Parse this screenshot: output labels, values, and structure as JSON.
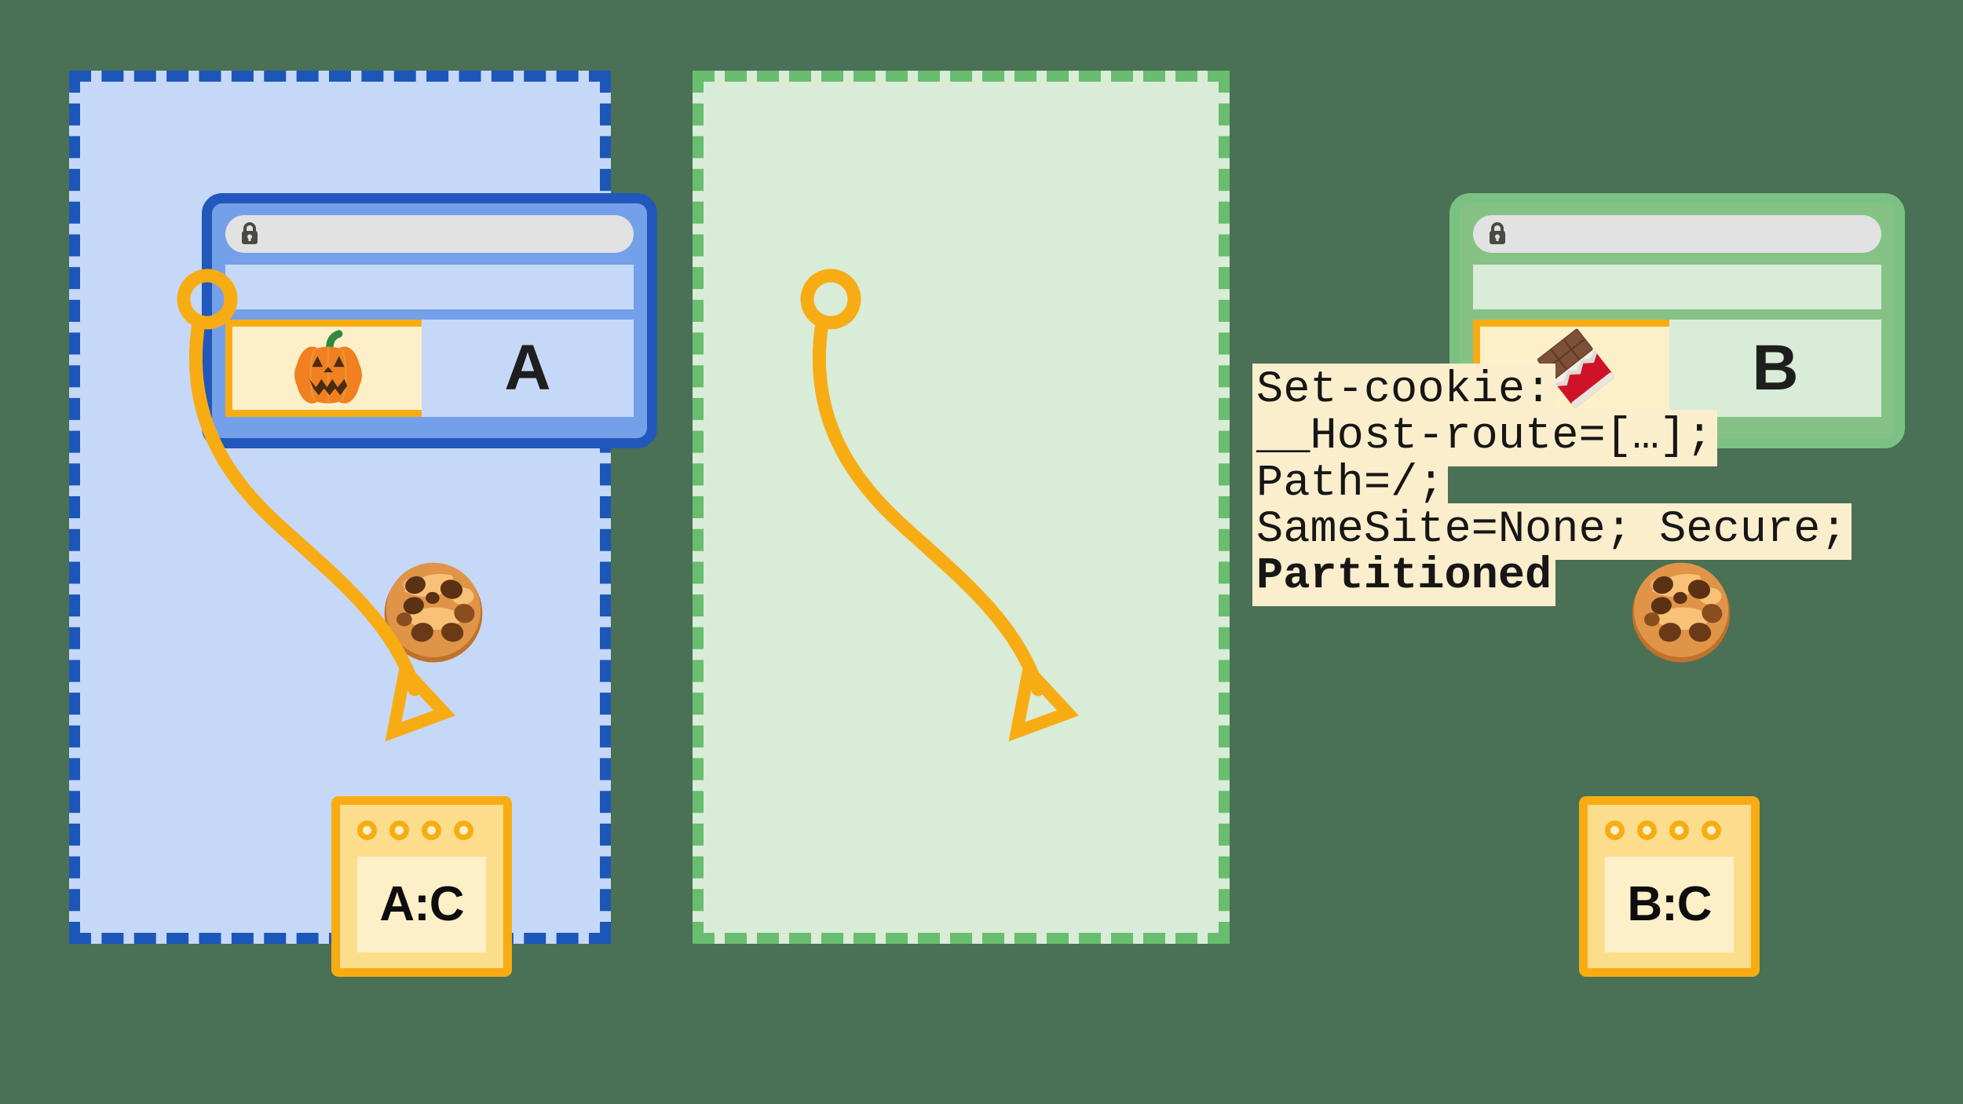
{
  "diagram": {
    "title": "Partitioned cookies across two top-level sites",
    "background_color": "#4a7055"
  },
  "panels": [
    {
      "id": "site-a",
      "border_color": "#1b56b8",
      "fill_color": "#c6d8f7",
      "browser": {
        "frame_color": "#2257bb",
        "body_color": "#74a0ea",
        "address_bar": {
          "icon": "lock-icon",
          "value": "",
          "placeholder": ""
        },
        "content_letter": "A",
        "iframe": {
          "border_color": "#f8ac14",
          "fill_color": "#fdf0c8",
          "emoji": "jack-o-lantern-icon"
        }
      },
      "cookie": {
        "icon": "cookie-icon"
      },
      "partition": {
        "label": "A:C",
        "border_color": "#f8ac14",
        "fill_color": "#fbdd8b",
        "dots": 4
      }
    },
    {
      "id": "site-b",
      "border_color": "#68bd6f",
      "fill_color": "#d8ecd7",
      "browser": {
        "frame_color": "#7cc184",
        "body_color": "#86c286",
        "address_bar": {
          "icon": "lock-icon",
          "value": "",
          "placeholder": ""
        },
        "content_letter": "B",
        "iframe": {
          "border_color": "#f8ac14",
          "fill_color": "#fdf0c8",
          "emoji": "chocolate-bar-icon"
        }
      },
      "cookie": {
        "icon": "cookie-icon"
      },
      "partition": {
        "label": "B:C",
        "border_color": "#f8ac14",
        "fill_color": "#fbdd8b",
        "dots": 4
      }
    }
  ],
  "code_block": {
    "highlight_color": "#fbeecd",
    "text_color": "#161616",
    "lines": [
      {
        "text": "Set-cookie:",
        "bold": false
      },
      {
        "text": "__Host-route=[…];",
        "bold": false
      },
      {
        "text": "Path=/;",
        "bold": false
      },
      {
        "text": "SameSite=None; Secure;",
        "bold": false
      },
      {
        "text": "Partitioned",
        "bold": true
      }
    ]
  },
  "connector": {
    "color": "#f8ac14",
    "arrowhead": "open-triangle"
  }
}
